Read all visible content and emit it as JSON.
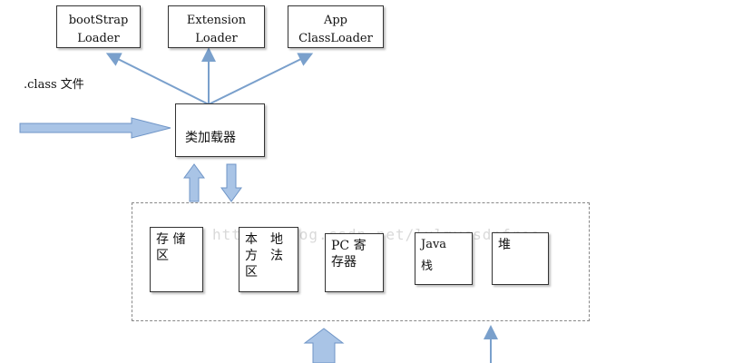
{
  "loaders": [
    {
      "line1": "bootStrap",
      "line2": "Loader"
    },
    {
      "line1": "Extension",
      "line2": "Loader"
    },
    {
      "line1": "App",
      "line2": "ClassLoader"
    }
  ],
  "class_file_label": ".class 文件",
  "class_loader_label": "类加载器",
  "memory_areas": [
    {
      "lines": [
        "存 储",
        "区"
      ]
    },
    {
      "lines": [
        "本",
        "方",
        "区"
      ],
      "lines2": [
        "地",
        "法"
      ]
    },
    {
      "lines": [
        "PC 寄",
        "存器"
      ]
    },
    {
      "lines": [
        "Java",
        "栈"
      ]
    },
    {
      "lines": [
        "堆"
      ]
    }
  ],
  "watermark": "http://blog.csdn.net/lxlmycsdnfree",
  "colors": {
    "arrow_fill": "#a9c4e6",
    "arrow_stroke": "#6f95c7",
    "line": "#7aa0cc"
  }
}
